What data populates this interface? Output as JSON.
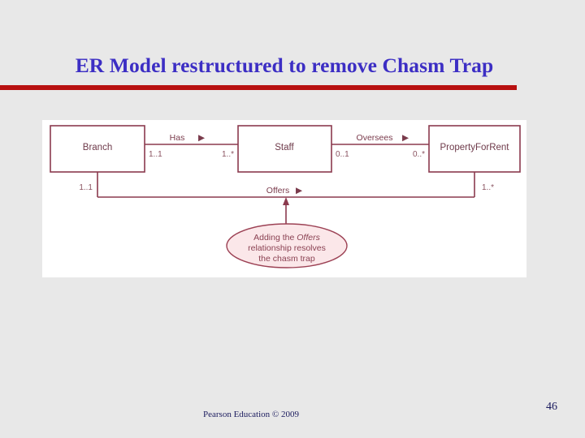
{
  "slide": {
    "title": "ER Model restructured to remove Chasm Trap",
    "title_color": "#3c2ec4",
    "rule_color": "#b81010",
    "background_color": "#e8e8e8"
  },
  "diagram": {
    "panel_background": "#ffffff",
    "line_color": "#8b3a4e",
    "entities": [
      {
        "name": "Branch"
      },
      {
        "name": "Staff"
      },
      {
        "name": "PropertyForRent"
      }
    ],
    "relationships": [
      {
        "label": "Has",
        "arrow": "▶"
      },
      {
        "label": "Oversees",
        "arrow": "▶"
      },
      {
        "label": "Offers",
        "arrow": "▶"
      }
    ],
    "cardinalities": {
      "branch_has": "1..1",
      "staff_has": "1..*",
      "staff_oversees": "0..1",
      "property_oversees": "0..*",
      "branch_offers": "1..1",
      "property_offers": "1..*"
    },
    "note": {
      "fill": "#fbe7e9",
      "border": "#9c4154",
      "lines": [
        {
          "prefix": "Adding the ",
          "emphasis": "Offers",
          "suffix": ""
        },
        {
          "prefix": "relationship resolves",
          "emphasis": "",
          "suffix": ""
        },
        {
          "prefix": "the chasm trap",
          "emphasis": "",
          "suffix": ""
        }
      ]
    }
  },
  "footer": {
    "credit": "Pearson Education © 2009",
    "slide_number": "46"
  }
}
